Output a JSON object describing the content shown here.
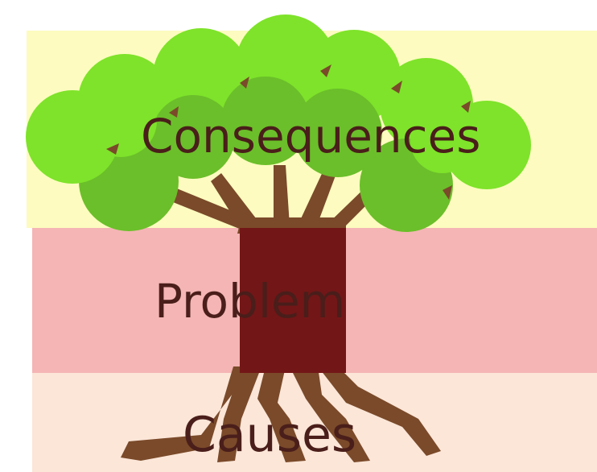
{
  "diagram": {
    "labels": {
      "consequences": "Consequences",
      "problem": "Problem",
      "causes": "Causes"
    },
    "colors": {
      "consequences_band": "#fdfbbf",
      "problem_band": "#f4b5b4",
      "causes_band": "#fbe6d8",
      "trunk": "#731617",
      "branches_roots": "#7a4a2a",
      "leaves_light": "#7ee32a",
      "leaves_dark": "#6bbf2a",
      "label_text": "#4a1e1a"
    }
  }
}
